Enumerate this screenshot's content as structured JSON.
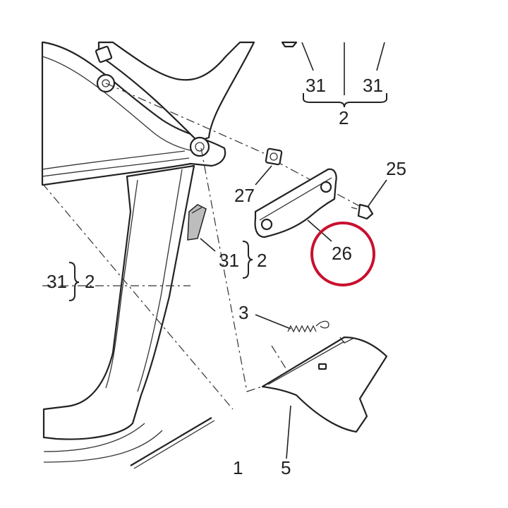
{
  "labels": {
    "top_left_31": "31",
    "top_right_31": "31",
    "top_2": "2",
    "label_25": "25",
    "label_27": "27",
    "label_26": "26",
    "mid_31": "31",
    "mid_2": "2",
    "left_31": "31",
    "left_2": "2",
    "label_3": "3",
    "label_1": "1",
    "label_5": "5"
  },
  "highlight": {
    "target_part": "26",
    "color": "#c8102e"
  }
}
